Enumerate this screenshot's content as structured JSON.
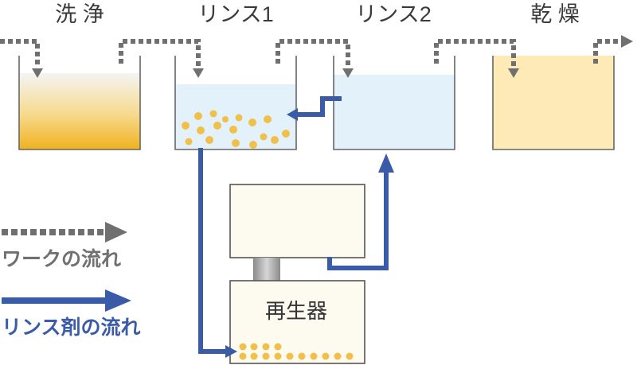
{
  "stages": [
    {
      "label": "洗 浄"
    },
    {
      "label": "リンス1"
    },
    {
      "label": "リンス2"
    },
    {
      "label": "乾 燥"
    }
  ],
  "regenerator": {
    "label": "再生器"
  },
  "legend": {
    "work_flow": "ワークの流れ",
    "rinse_flow": "リンス剤の流れ"
  },
  "colors": {
    "work_arrow": "#707070",
    "rinse_arrow": "#3a5ba8",
    "tank_outline": "#666666",
    "wash_liquid": "#f0b728",
    "rinse_liquid": "#e3f1fa",
    "dry_fill": "#fdeab6",
    "regenerator_fill": "#fdfbef",
    "particle": "#f0c04a"
  }
}
